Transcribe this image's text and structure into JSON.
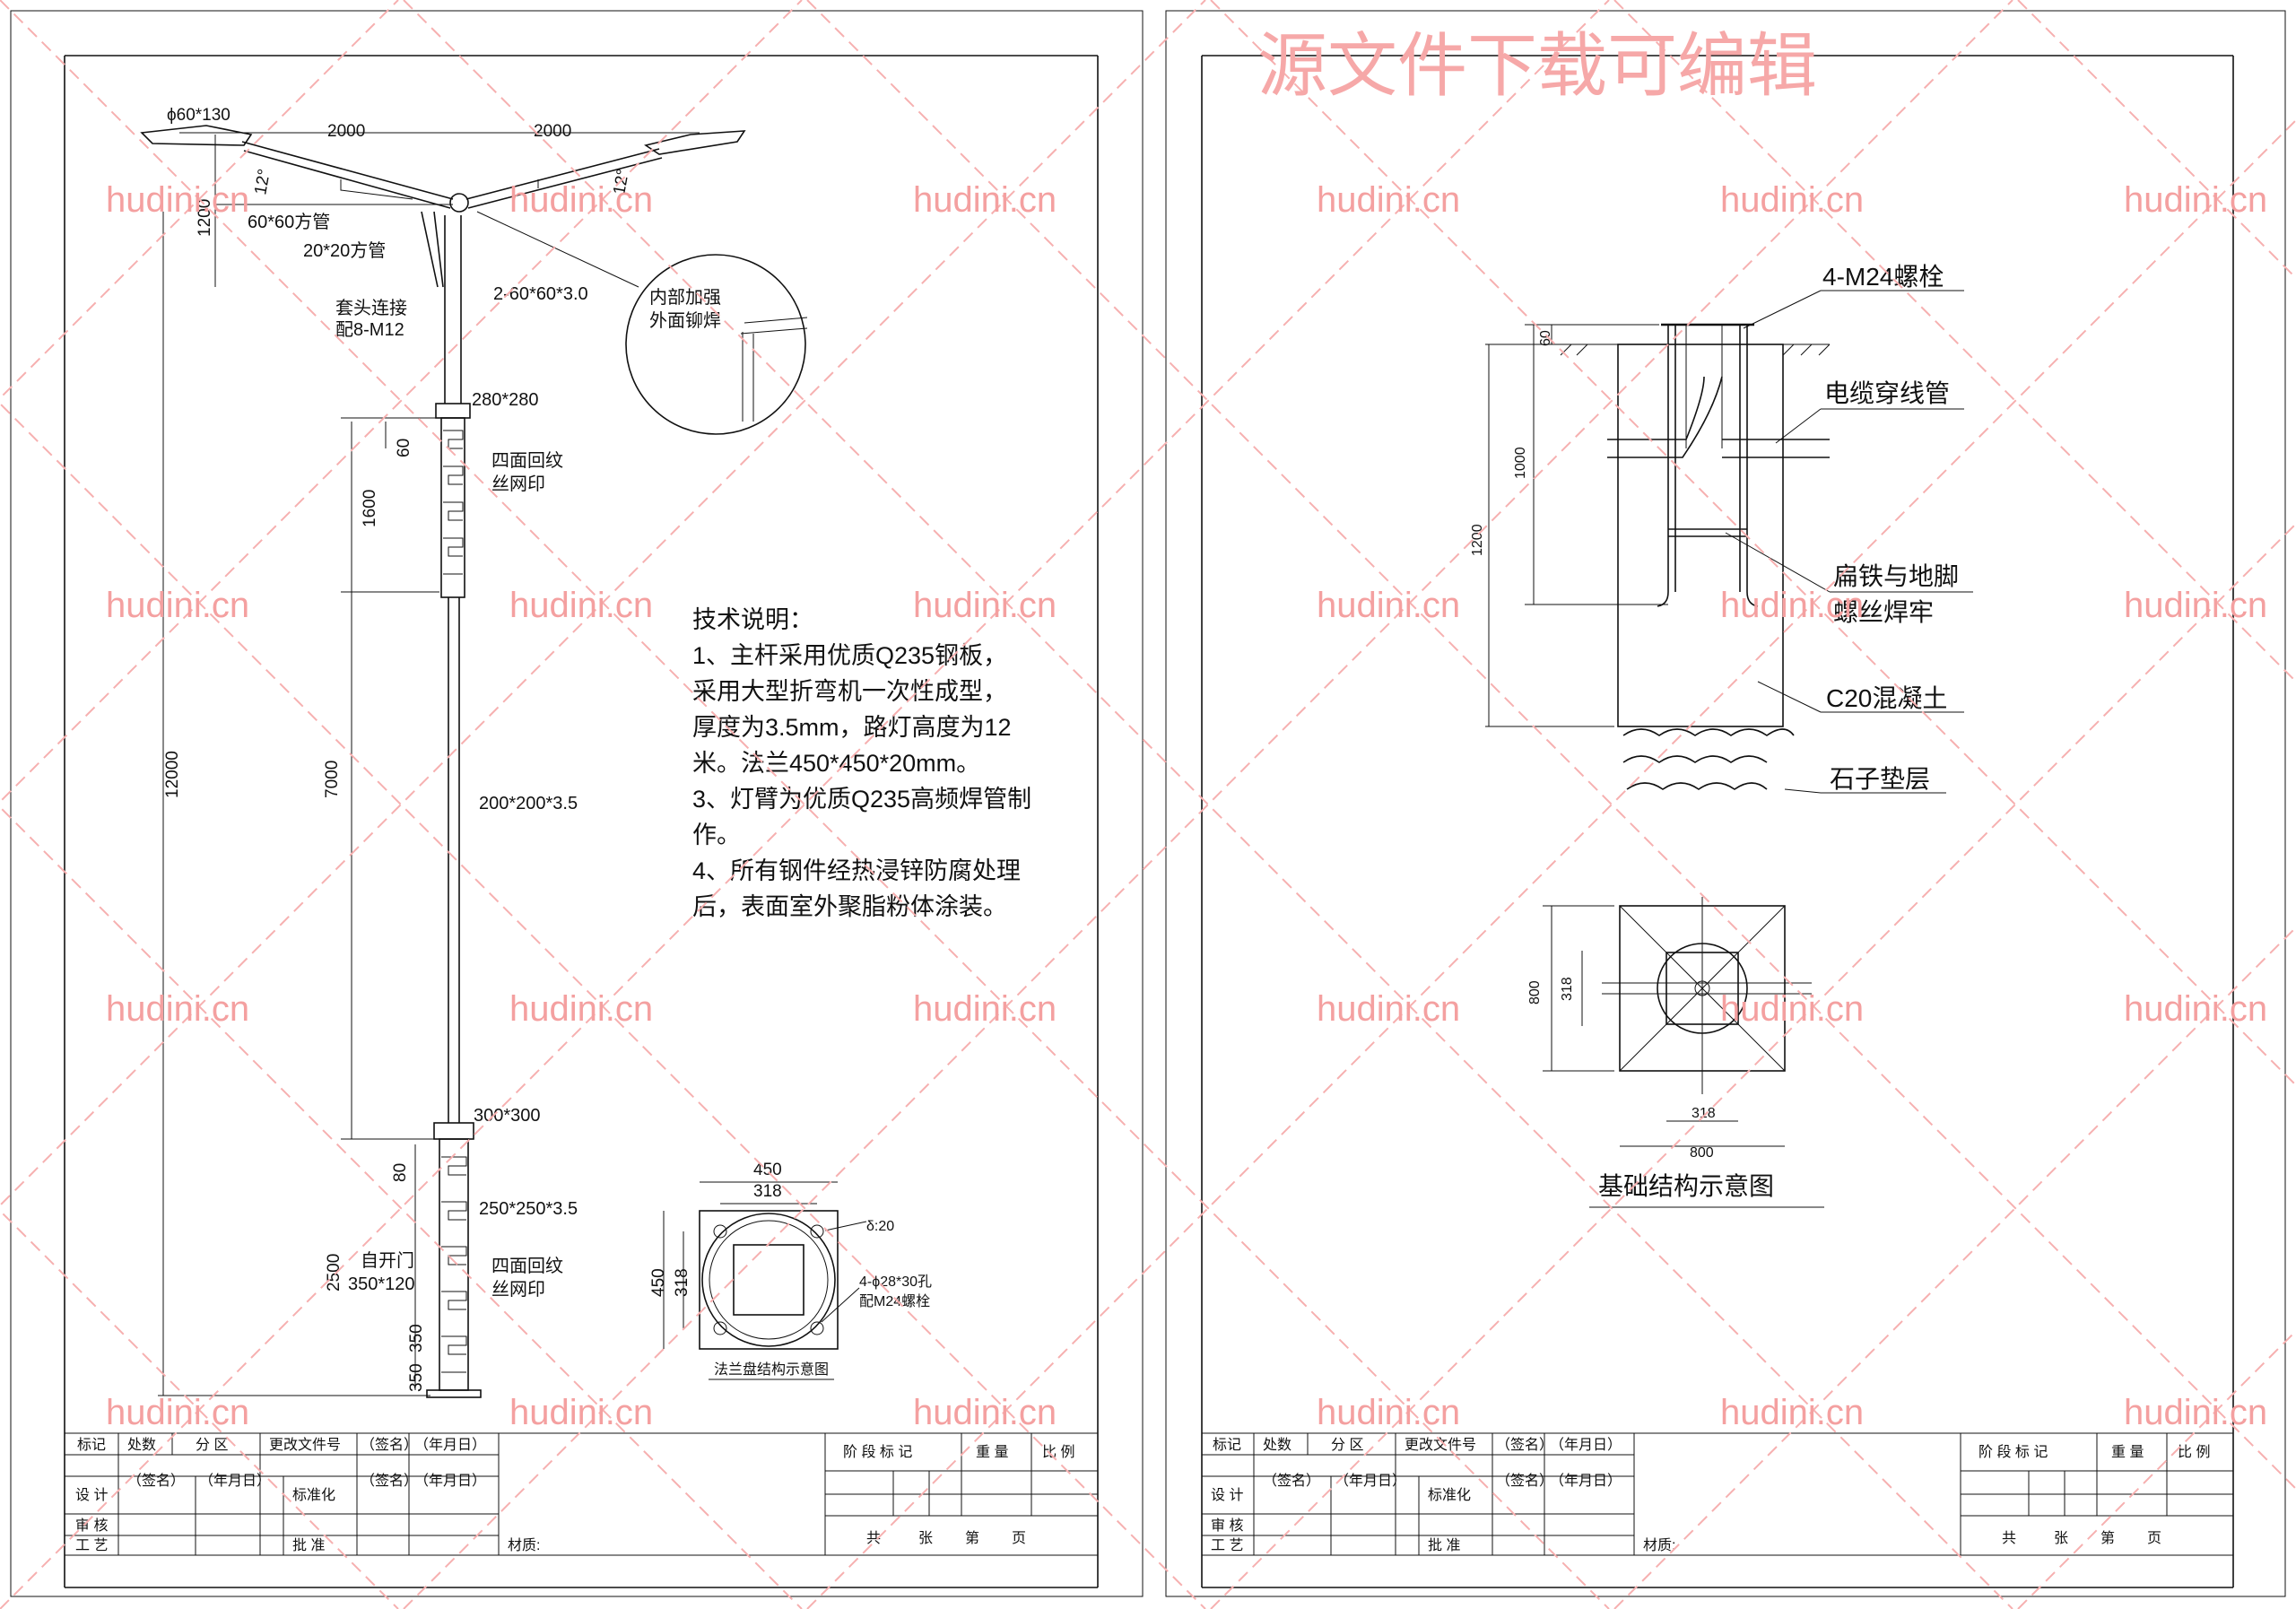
{
  "watermark": {
    "title": "源文件下载可编辑",
    "site": "hudini.cn"
  },
  "left_sheet": {
    "dims": {
      "lamp_head": "ϕ60*130",
      "arm_left": "2000",
      "arm_right": "2000",
      "angle_left": "12°",
      "angle_right": "12°",
      "arm_height": "1200",
      "tube_60": "60*60方管",
      "tube_20": "20*20方管",
      "sleeve_line1": "套头连接",
      "sleeve_line2": "配8-M12",
      "plate": "2-60*60*3.0",
      "detail_line1": "内部加强",
      "detail_line2": "外面铆焊",
      "upper_flange": "280*280",
      "upper_60": "60",
      "upper_1600": "1600",
      "upper_pattern_line1": "四面回纹",
      "upper_pattern_line2": "丝网印",
      "total_height": "12000",
      "mid_7000": "7000",
      "pole_section": "200*200*3.5",
      "lower_flange": "300*300",
      "lower_80": "80",
      "lower_section": "250*250*3.5",
      "lower_2500": "2500",
      "door_line1": "自开门",
      "door_line2": "350*120",
      "lower_pattern_line1": "四面回纹",
      "lower_pattern_line2": "丝网印",
      "d350a": "350",
      "d350b": "350"
    },
    "flange": {
      "w450": "450",
      "w318": "318",
      "h450": "450",
      "h318": "318",
      "thickness": "δ:20",
      "holes_line1": "4-ϕ28*30孔",
      "holes_line2": "配M24螺栓",
      "caption": "法兰盘结构示意图"
    },
    "notes": {
      "title": "技术说明：",
      "lines": [
        "1、主杆采用优质Q235钢板，",
        "采用大型折弯机一次性成型，",
        "厚度为3.5mm，路灯高度为12",
        "米。法兰450*450*20mm。",
        "3、灯臂为优质Q235高频焊管制",
        "作。",
        "4、所有钢件经热浸锌防腐处理",
        "后，表面室外聚脂粉体涂装。"
      ]
    }
  },
  "right_sheet": {
    "labels": {
      "bolts": "4-M24螺栓",
      "cable": "电缆穿线管",
      "flat1": "扁铁与地脚",
      "flat2": "螺丝焊牢",
      "concrete": "C20混凝土",
      "gravel": "石子垫层",
      "d60": "60",
      "d1000": "1000",
      "d1200": "1200",
      "plan_800_v": "800",
      "plan_318_v": "318",
      "plan_318_h": "318",
      "plan_800_h": "800",
      "caption": "基础结构示意图"
    }
  },
  "title_block": {
    "r1": [
      "标记",
      "处数",
      "分 区",
      "更改文件号",
      "（签名）",
      "（年月日）"
    ],
    "design": "设 计",
    "sign": "（签名）",
    "date": "（年月日）",
    "standard": "标准化",
    "sign2": "（签名）",
    "date2": "（年月日）",
    "review": "审 核",
    "process": "工 艺",
    "approve": "批 准",
    "material": "材质:",
    "stage": "阶 段 标 记",
    "weight": "重 量",
    "scale": "比 例",
    "total": "共",
    "sheets": "张",
    "page_no": "第",
    "page": "页"
  }
}
